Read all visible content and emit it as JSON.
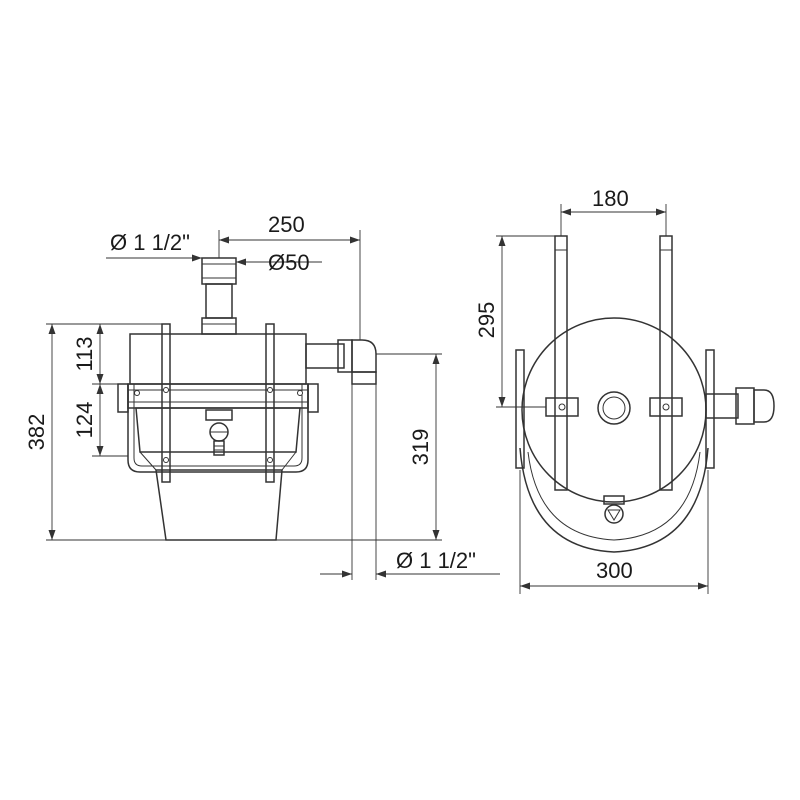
{
  "dimensions": {
    "side_view": {
      "pipe_top": "Ø 1 1/2\"",
      "width_250": "250",
      "diameter_50": "Ø50",
      "height_113": "113",
      "height_124": "124",
      "height_382": "382",
      "height_319": "319",
      "pipe_bottom": "Ø 1 1/2\""
    },
    "front_view": {
      "width_180": "180",
      "height_295": "295",
      "width_300": "300"
    }
  }
}
